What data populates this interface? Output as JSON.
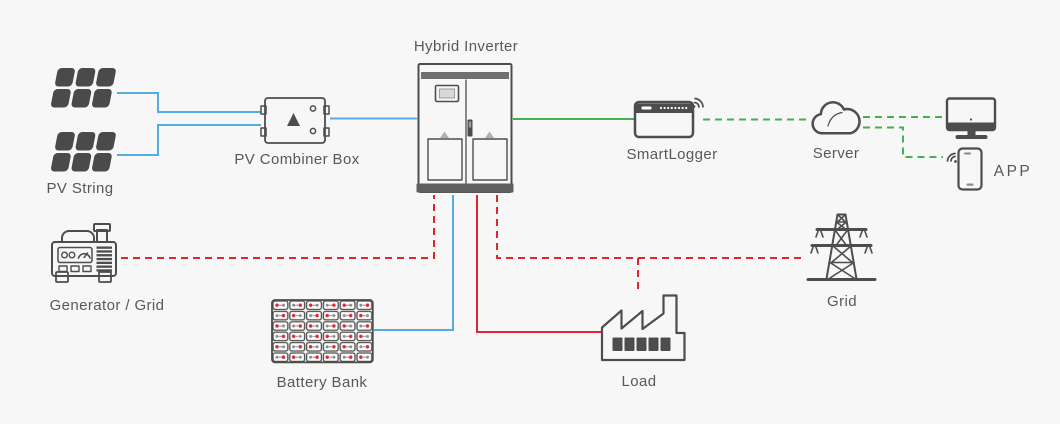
{
  "colors": {
    "bg": "#f7f7f8",
    "icon-stroke": "#4d4d4d",
    "icon-fill": "#fdfdfd",
    "label-text": "#58585a",
    "pv-blue": "#55ace1",
    "comm-green": "#46b050",
    "power-red": "#e0262c",
    "panel-cell": "#4a4a4d",
    "terminal-gray": "#8a8a8a",
    "bar-gray": "#6f6f6f",
    "tri-gray": "#b0b0b0"
  },
  "nodes": {
    "pv_string": {
      "label": "PV String",
      "icon": "solar-panel-icon"
    },
    "pv_combiner_box": {
      "label": "PV Combiner Box",
      "icon": "combiner-box-icon"
    },
    "hybrid_inverter": {
      "label": "Hybrid Inverter",
      "icon": "inverter-cabinet-icon"
    },
    "smartlogger": {
      "label": "SmartLogger",
      "icon": "logger-device-icon"
    },
    "server": {
      "label": "Server",
      "icon": "cloud-icon"
    },
    "app": {
      "label": "APP",
      "icon": "smartphone-icon"
    },
    "monitor": {
      "label": "",
      "icon": "desktop-monitor-icon"
    },
    "generator_grid": {
      "label": "Generator / Grid",
      "icon": "generator-icon"
    },
    "battery_bank": {
      "label": "Battery Bank",
      "icon": "battery-rack-icon"
    },
    "load": {
      "label": "Load",
      "icon": "factory-icon"
    },
    "grid": {
      "label": "Grid",
      "icon": "transmission-tower-icon"
    }
  },
  "connections": [
    {
      "from": "pv_string_top",
      "to": "pv_combiner_box",
      "style": "solid",
      "color": "blue"
    },
    {
      "from": "pv_string_bottom",
      "to": "pv_combiner_box",
      "style": "solid",
      "color": "blue"
    },
    {
      "from": "pv_combiner_box",
      "to": "hybrid_inverter",
      "style": "solid",
      "color": "blue"
    },
    {
      "from": "hybrid_inverter",
      "to": "smartlogger",
      "style": "solid",
      "color": "green"
    },
    {
      "from": "smartlogger",
      "to": "server",
      "style": "dashed",
      "color": "green"
    },
    {
      "from": "server",
      "to": "monitor",
      "style": "dashed",
      "color": "green"
    },
    {
      "from": "server",
      "to": "app",
      "style": "dashed",
      "color": "green"
    },
    {
      "from": "generator_grid",
      "to": "hybrid_inverter",
      "style": "dashed",
      "color": "red"
    },
    {
      "from": "hybrid_inverter",
      "to": "grid",
      "style": "dashed",
      "color": "red"
    },
    {
      "from": "hybrid_inverter_grid_line",
      "to": "load",
      "style": "dashed",
      "color": "red"
    },
    {
      "from": "hybrid_inverter",
      "to": "load",
      "style": "solid",
      "color": "red"
    },
    {
      "from": "hybrid_inverter",
      "to": "battery_bank",
      "style": "solid",
      "color": "blue"
    }
  ]
}
